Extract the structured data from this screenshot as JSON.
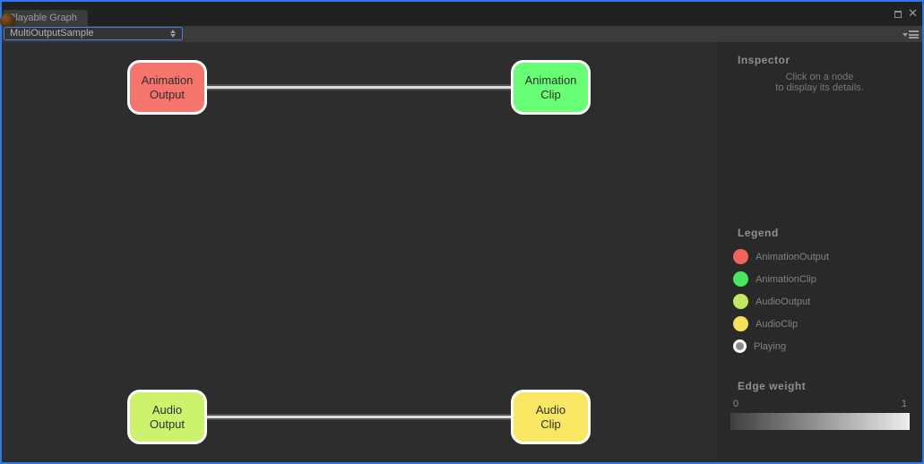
{
  "titlebar": {
    "tab_label": "Playable Graph",
    "close_glyph": "✕"
  },
  "toolbar": {
    "graph_selector_value": "MultiOutputSample"
  },
  "graph": {
    "nodes": [
      {
        "lines": [
          "Animation",
          "Output"
        ],
        "color": "#f5756c"
      },
      {
        "lines": [
          "Animation",
          "Clip"
        ],
        "color": "#68fe76"
      },
      {
        "lines": [
          "Audio",
          "Output"
        ],
        "color": "#cdf36e"
      },
      {
        "lines": [
          "Audio",
          "Clip"
        ],
        "color": "#f9e763"
      }
    ],
    "edge_color": "#dedede",
    "edge_outline": "#4f4f4f"
  },
  "inspector": {
    "title": "Inspector",
    "hint_lines": [
      "Click on a node",
      "to display its details."
    ]
  },
  "legend": {
    "title": "Legend",
    "items": [
      {
        "label": "AnimationOutput",
        "color": "#f2635c"
      },
      {
        "label": "AnimationClip",
        "color": "#49e75f"
      },
      {
        "label": "AudioOutput",
        "color": "#c0e95f"
      },
      {
        "label": "AudioClip",
        "color": "#f7e158"
      },
      {
        "label": "Playing",
        "color": "#8a8a8a",
        "ring": "#ffffff"
      }
    ]
  },
  "edge_weight": {
    "title": "Edge weight",
    "min_label": "0",
    "max_label": "1",
    "gradient_from": "#3f3f3f",
    "gradient_to": "#ededed"
  },
  "colors": {
    "window_border": "#2e79e6",
    "titlebar_bg": "#212121",
    "toolbar_bg": "#3b3b3b",
    "graph_bg": "#2d2d2d",
    "panel_bg": "#292929"
  }
}
